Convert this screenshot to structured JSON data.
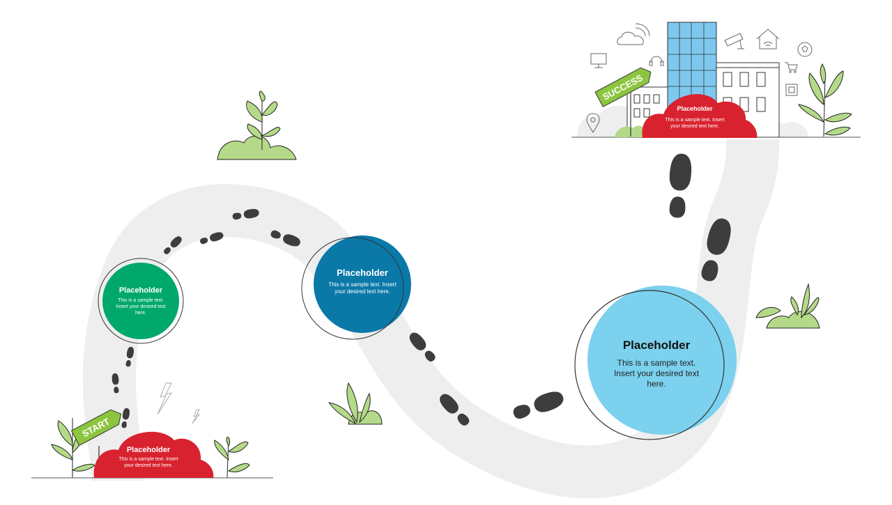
{
  "colors": {
    "road": "#eeeeee",
    "footprint": "#3d3d3d",
    "red": "#d9222f",
    "green": "#00a86b",
    "blue": "#0a79a8",
    "light_blue": "#7bd1ee",
    "leaf": "#b4d989"
  },
  "signs": {
    "start": "START",
    "success": "SUCCESS"
  },
  "nodes": {
    "start": {
      "title": "Placeholder",
      "body": "This is a sample text. Insert your desired text here."
    },
    "step1": {
      "title": "Placeholder",
      "body": "This is a sample text. Insert your desired text here."
    },
    "step2": {
      "title": "Placeholder",
      "body": "This is a sample text. Insert your desired text here."
    },
    "step3": {
      "title": "Placeholder",
      "body": "This is a sample text. Insert your desired text here."
    },
    "success": {
      "title": "Placeholder",
      "body": "This is a sample text. Insert your desired text here."
    }
  },
  "icons": [
    "cloud-icon",
    "monitor-icon",
    "headphones-icon",
    "cctv-camera-icon",
    "smart-home-icon",
    "soccer-ball-icon",
    "shopping-cart-icon",
    "chip-icon",
    "location-pin-icon"
  ]
}
